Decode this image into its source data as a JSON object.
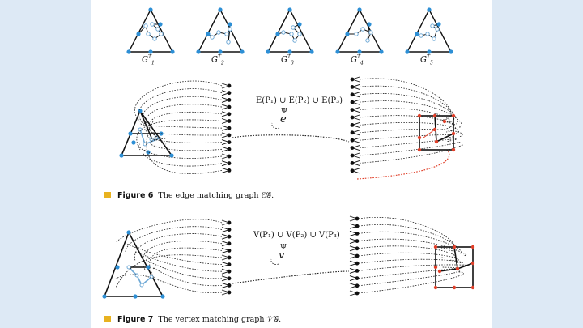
{
  "top_graphs": [
    {
      "label": "G",
      "sup": "T",
      "sub": "1"
    },
    {
      "label": "G",
      "sup": "T",
      "sub": "2"
    },
    {
      "label": "G",
      "sup": "T",
      "sub": "3"
    },
    {
      "label": "G",
      "sup": "T",
      "sub": "4"
    },
    {
      "label": "G",
      "sup": "T",
      "sub": "5"
    }
  ],
  "figure6": {
    "number": "Figure 6",
    "caption": "The edge matching graph ℰ𝒢.",
    "formula": "E(P₁) ∪ E(P₂) ∪ E(P₃)",
    "psi": "Ψ",
    "map_symbol": "e"
  },
  "figure7": {
    "number": "Figure 7",
    "caption": "The vertex matching graph 𝒱𝒢.",
    "formula": "V(P₁) ∪ V(P₂) ∪ V(P₃)",
    "psi": "Ψ",
    "map_symbol": "v"
  },
  "colors": {
    "page_bg": "#dde9f5",
    "vertex_blue": "#2d8fd5",
    "vertex_red": "#e0402a",
    "path_light": "#6fa9d6",
    "caption_square": "#e8b220"
  }
}
